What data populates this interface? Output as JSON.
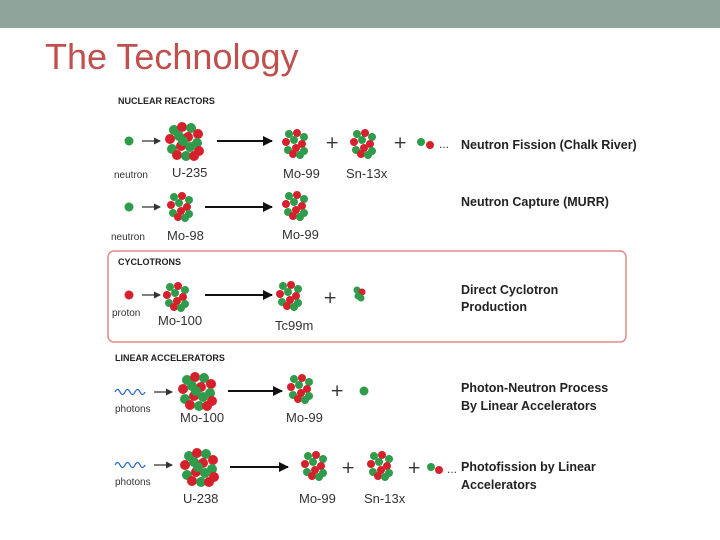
{
  "slide": {
    "title": "The Technology"
  },
  "sections": {
    "nuclear": "NUCLEAR REACTORS",
    "cyclotrons": "CYCLOTRONS",
    "linear": "LINEAR ACCELERATORS"
  },
  "rows": {
    "fission": {
      "particle": "neutron",
      "target": "U-235",
      "product1": "Mo-99",
      "product2": "Sn-13x",
      "ellipsis": "...",
      "description": [
        "Neutron Fission (Chalk River)"
      ]
    },
    "capture": {
      "particle": "neutron",
      "target": "Mo-98",
      "product1": "Mo-99",
      "description": [
        "Neutron Capture (MURR)"
      ]
    },
    "cyclotron": {
      "particle": "proton",
      "target": "Mo-100",
      "product1": "Tc99m",
      "description": [
        "Direct Cyclotron",
        "Production"
      ]
    },
    "photon_neutron": {
      "particle": "photons",
      "target": "Mo-100",
      "product1": "Mo-99",
      "description": [
        "Photon-Neutron Process",
        "By Linear Accelerators"
      ]
    },
    "photofission": {
      "particle": "photons",
      "target": "U-238",
      "product1": "Mo-99",
      "product2": "Sn-13x",
      "ellipsis": "...",
      "description": [
        "Photofission by Linear",
        "Accelerators"
      ]
    }
  },
  "plus_sign": "+",
  "colors": {
    "topbar": "#8fa49a",
    "title": "#c0504d",
    "neutron_green": "#2e9c4a",
    "proton_red": "#d6202b",
    "box_border": "#e48a8a",
    "photon_blue": "#2b6bd6"
  }
}
